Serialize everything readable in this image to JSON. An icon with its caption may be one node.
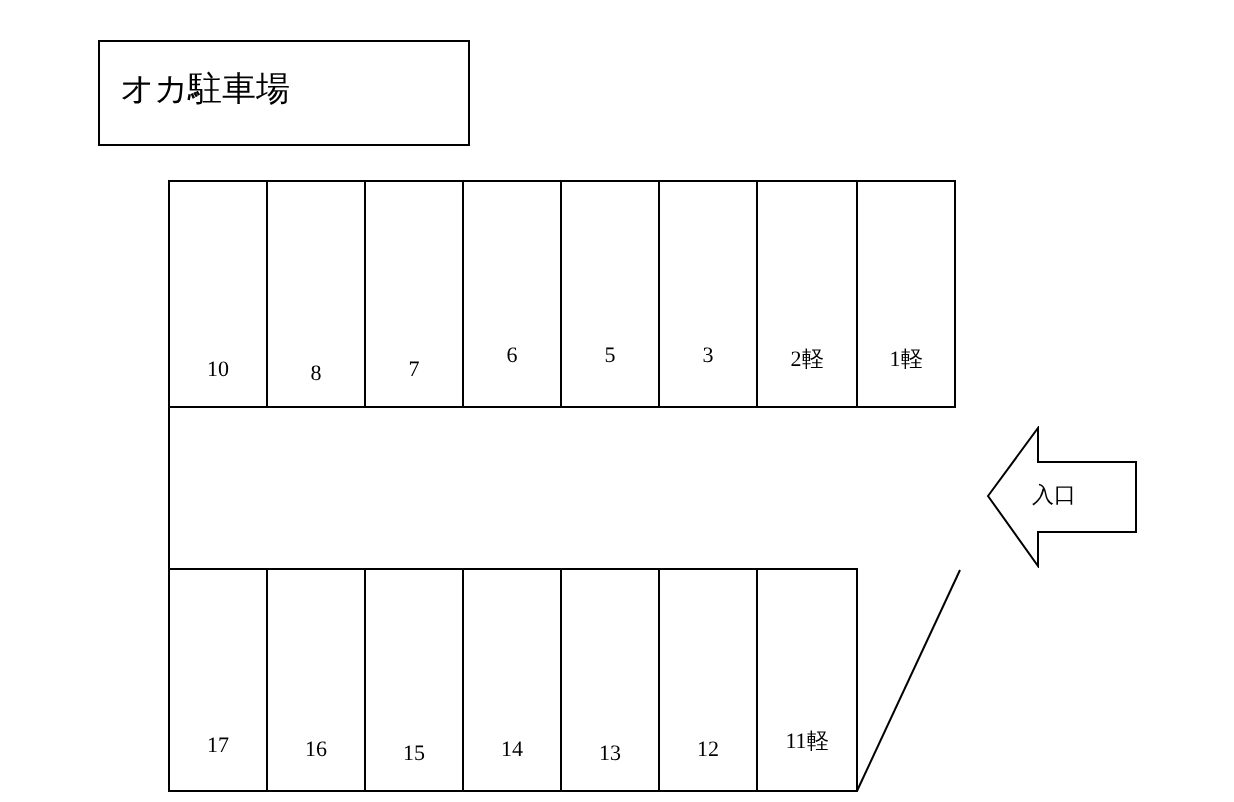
{
  "diagram": {
    "nodes": [
      {
        "text": [
          "オカ駐車場"
        ]
      },
      {
        "text": [
          "10"
        ]
      },
      {
        "text": [
          "8"
        ]
      },
      {
        "text": [
          "7"
        ]
      },
      {
        "text": [
          "6"
        ]
      },
      {
        "text": [
          "5"
        ]
      },
      {
        "text": [
          "3"
        ]
      },
      {
        "text": [
          "2軽"
        ]
      },
      {
        "text": [
          "1軽"
        ]
      },
      {
        "text": [
          "17"
        ]
      },
      {
        "text": [
          "16"
        ]
      },
      {
        "text": [
          "15"
        ]
      },
      {
        "text": [
          "14"
        ]
      },
      {
        "text": [
          "13"
        ]
      },
      {
        "text": [
          "12"
        ]
      },
      {
        "text": [
          "11軽"
        ]
      },
      {
        "text": [
          "入口"
        ]
      }
    ],
    "edges": []
  }
}
